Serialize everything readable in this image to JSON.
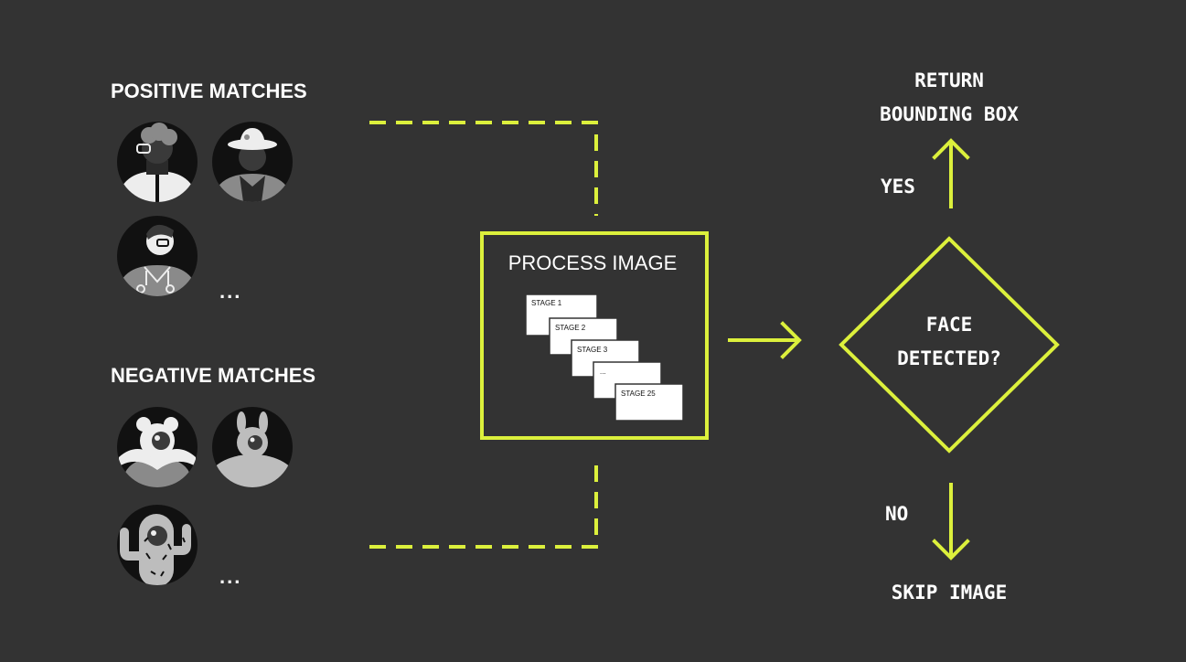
{
  "colors": {
    "background": "#333333",
    "accent": "#dcf03c",
    "text": "#ffffff",
    "avatar_dark": "#111111",
    "avatar_light": "#ededed",
    "avatar_mid": "#8a8a8a"
  },
  "positive": {
    "label": "POSITIVE MATCHES",
    "more": "...",
    "avatars": [
      "person-with-glasses-icon",
      "cowboy-icon",
      "doctor-icon"
    ]
  },
  "negative": {
    "label": "NEGATIVE MATCHES",
    "more": "...",
    "avatars": [
      "bear-icon",
      "rabbit-icon",
      "cactus-icon"
    ]
  },
  "process": {
    "title": "PROCESS IMAGE",
    "stages": [
      "STAGE 1",
      "STAGE 2",
      "STAGE 3",
      "...",
      "STAGE 25"
    ]
  },
  "decision": {
    "line1": "FACE",
    "line2": "DETECTED?",
    "yes": "YES",
    "no": "NO"
  },
  "outcomes": {
    "return_line1": "RETURN",
    "return_line2": "BOUNDING BOX",
    "skip": "SKIP IMAGE"
  }
}
